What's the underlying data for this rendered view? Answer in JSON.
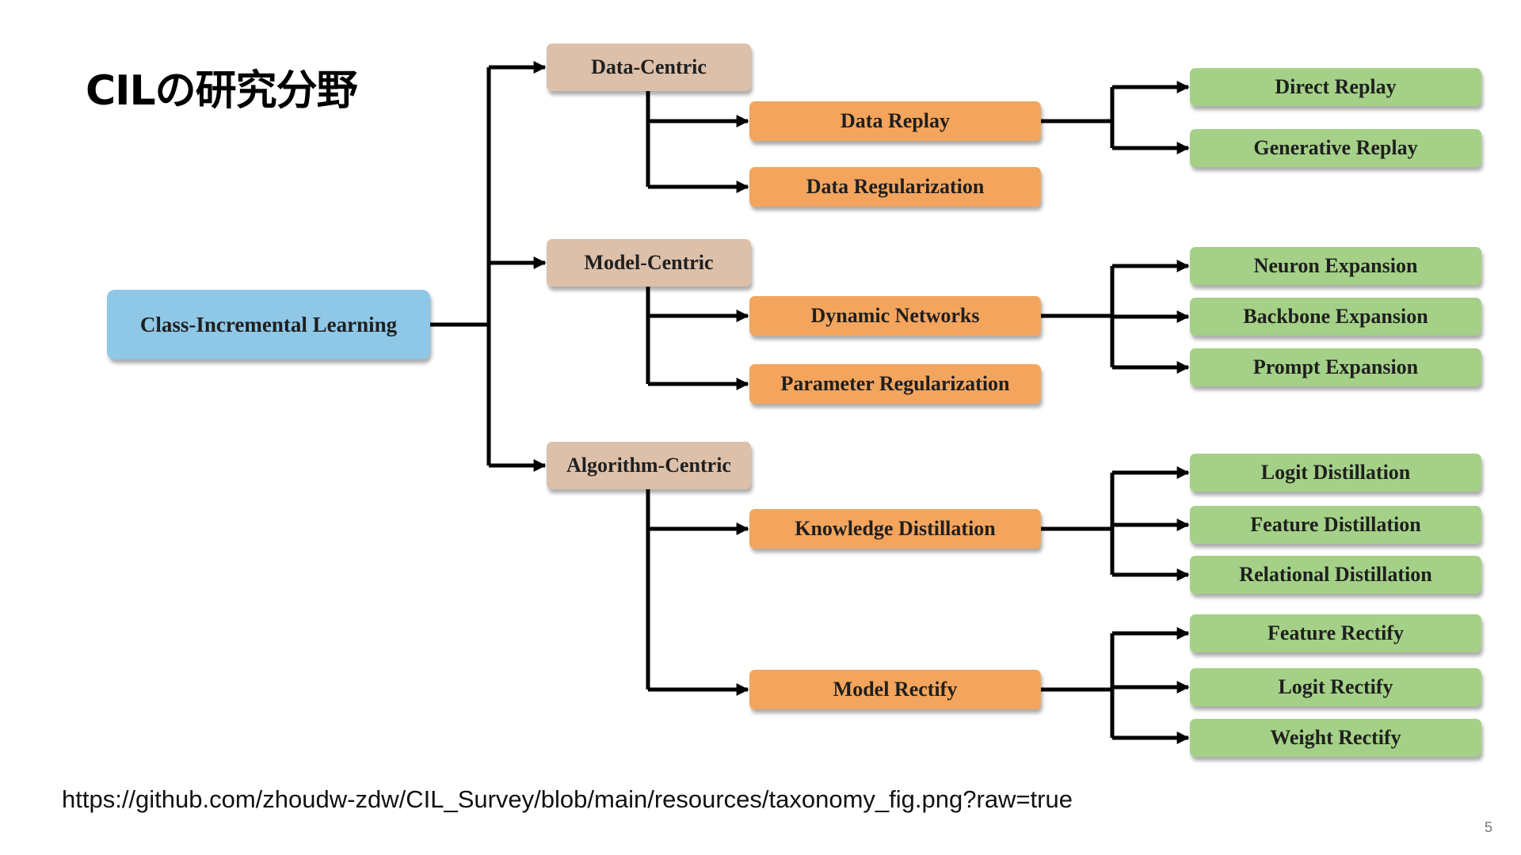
{
  "slide": {
    "title": "CILの研究分野",
    "source_url": "https://github.com/zhoudw-zdw/CIL_Survey/blob/main/resources/taxonomy_fig.png?raw=true",
    "page_number": "5"
  },
  "colors": {
    "root": "#8fc7e6",
    "category": "#dcc0aa",
    "method": "#f4a55d",
    "leaf": "#a4d187",
    "connector": "#000000"
  },
  "taxonomy": {
    "root": "Class-Incremental Learning",
    "categories": [
      {
        "label": "Data-Centric",
        "methods": [
          {
            "label": "Data Replay",
            "leaves": [
              "Direct Replay",
              "Generative Replay"
            ]
          },
          {
            "label": "Data Regularization",
            "leaves": []
          }
        ]
      },
      {
        "label": "Model-Centric",
        "methods": [
          {
            "label": "Dynamic Networks",
            "leaves": [
              "Neuron Expansion",
              "Backbone Expansion",
              "Prompt Expansion"
            ]
          },
          {
            "label": "Parameter Regularization",
            "leaves": []
          }
        ]
      },
      {
        "label": "Algorithm-Centric",
        "methods": [
          {
            "label": "Knowledge Distillation",
            "leaves": [
              "Logit Distillation",
              "Feature Distillation",
              "Relational Distillation"
            ]
          },
          {
            "label": "Model Rectify",
            "leaves": [
              "Feature Rectify",
              "Logit Rectify",
              "Weight Rectify"
            ]
          }
        ]
      }
    ]
  }
}
